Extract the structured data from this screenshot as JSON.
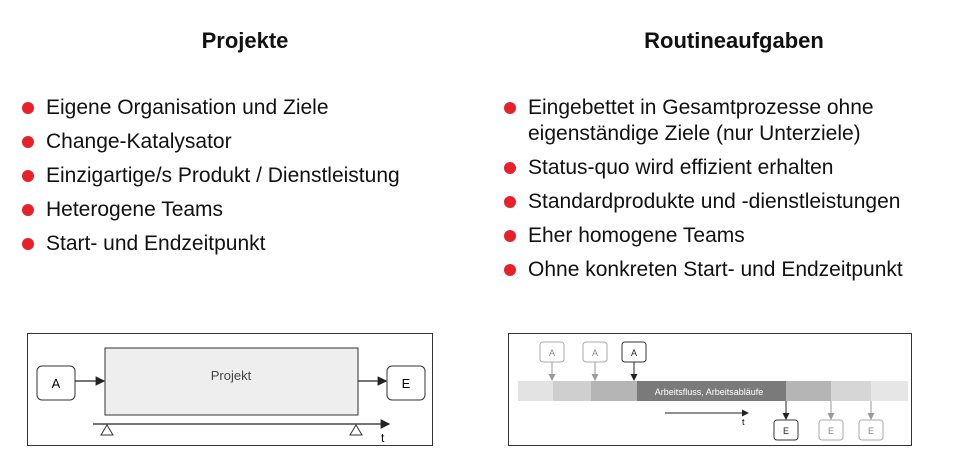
{
  "projekte": {
    "title": "Projekte",
    "items": [
      "Eigene Organisation und Ziele",
      "Change-Katalysator",
      "Einzigartige/s Produkt / Dienstleistung",
      "Heterogene Teams",
      "Start- und Endzeitpunkt"
    ],
    "diagram": {
      "input_label": "A",
      "box_label": "Projekt",
      "output_label": "E",
      "time_label": "t"
    }
  },
  "routine": {
    "title": "Routineaufgaben",
    "items": [
      "Eingebettet in Gesamtprozesse ohne eigenständige Ziele (nur Unterziele)",
      "Status-quo wird effizient erhalten",
      "Standardprodukte und -dienstleistungen",
      "Eher homogene Teams",
      "Ohne konkreten Start- und Endzeitpunkt"
    ],
    "diagram": {
      "inputs": [
        "A",
        "A",
        "A"
      ],
      "band_label": "Arbeitsfluss, Arbeitsabläufe",
      "time_label": "t",
      "outputs": [
        "E",
        "E",
        "E"
      ]
    }
  },
  "colors": {
    "bullet": "#e8202a",
    "band_dark": "#7a7a7a",
    "band_mid": "#b5b5b5",
    "band_light": "#d9d9d9"
  }
}
